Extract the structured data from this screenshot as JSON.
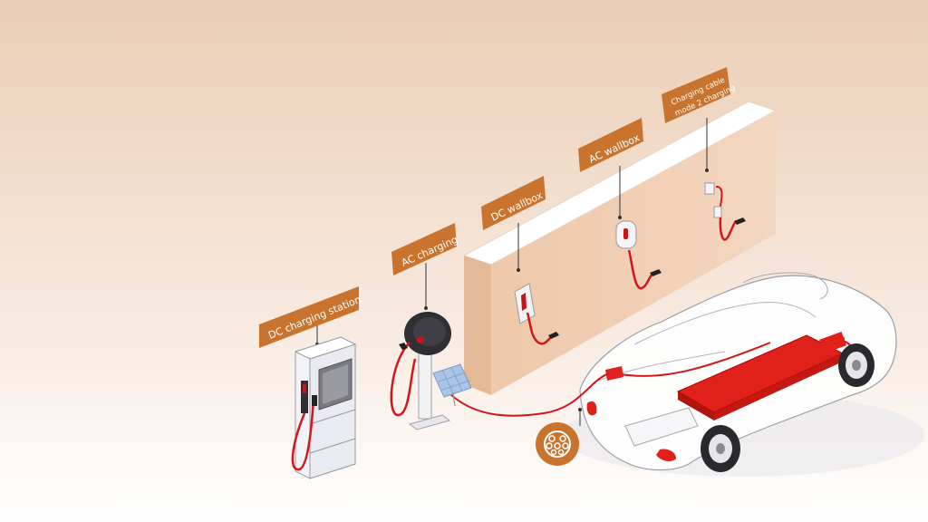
{
  "colors": {
    "bg_top": "#ebcdb4",
    "bg_bottom": "#ffffff",
    "label_fill": "#c8742e",
    "wall_front": "#f0cdb2",
    "wall_top": "#ffffff",
    "cable_red": "#d4161c",
    "battery_red": "#e0201a",
    "station_body": "#eef0f5",
    "outline": "#8c8c96"
  },
  "labels": {
    "dc_station": "DC charging station",
    "ac_charging": "AC charging",
    "dc_wallbox": "DC wallbox",
    "ac_wallbox": "AC wallbox",
    "mode2_line1": "Charging cable",
    "mode2_line2": "mode 2 charging"
  },
  "icons": {
    "connector": "connector-socket-icon",
    "solar": "solar-panel-icon"
  }
}
